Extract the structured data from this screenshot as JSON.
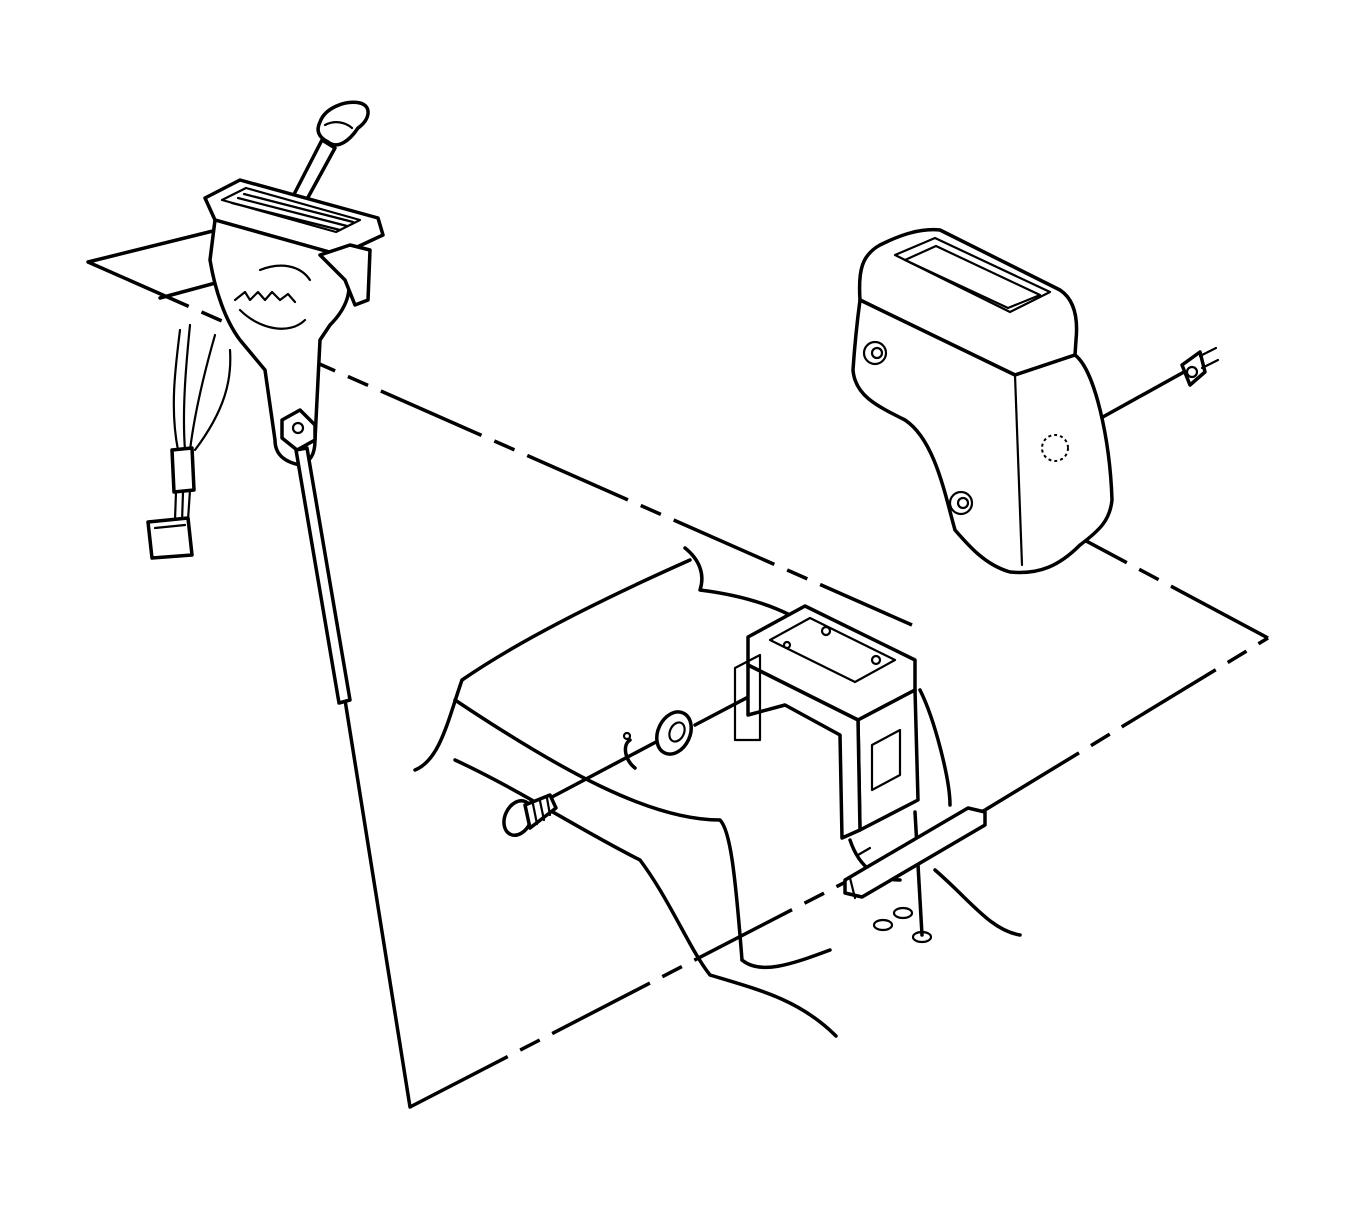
{
  "diagram": {
    "type": "exploded-assembly-line-drawing",
    "colors": {
      "line": "#000000",
      "background": "#ffffff"
    },
    "parts": [
      {
        "id": "shift-control-assembly",
        "icon": "shift-lever-assembly-icon"
      },
      {
        "id": "console-cover",
        "icon": "console-cover-icon"
      },
      {
        "id": "push-pin-retainer",
        "icon": "push-pin-icon"
      },
      {
        "id": "mounting-bracket",
        "icon": "bracket-icon"
      },
      {
        "id": "retaining-clip",
        "icon": "clip-icon"
      },
      {
        "id": "bushing",
        "icon": "bushing-icon"
      },
      {
        "id": "screw",
        "icon": "screw-icon"
      },
      {
        "id": "floor-tunnel",
        "icon": "floor-tunnel-icon"
      }
    ]
  }
}
